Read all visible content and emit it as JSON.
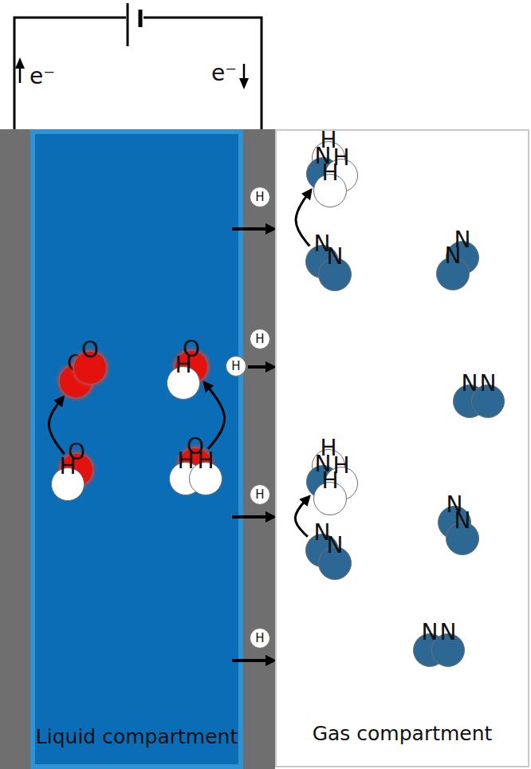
{
  "diagram": {
    "nodes": [
      {
        "text": [
          "Liquid compartment"
        ]
      },
      {
        "text": [
          "O"
        ],
        "in": 0
      },
      {
        "text": [
          "O"
        ],
        "in": 0
      },
      {
        "text": [
          "O"
        ],
        "in": 0
      },
      {
        "text": [
          "H"
        ],
        "in": 0
      },
      {
        "text": [
          "O"
        ],
        "in": 0
      },
      {
        "text": [
          "H"
        ],
        "in": 0
      },
      {
        "text": [
          "O"
        ],
        "in": 0
      },
      {
        "text": [
          "H"
        ],
        "in": 0
      },
      {
        "text": [
          "H"
        ],
        "in": 0
      },
      {
        "text": [
          "H"
        ]
      },
      {
        "text": [
          "H"
        ]
      },
      {
        "text": [
          "H"
        ]
      },
      {
        "text": [
          "H"
        ]
      },
      {
        "text": [
          "H"
        ]
      },
      {
        "text": [
          "Gas compartment"
        ]
      },
      {
        "text": [
          "H"
        ],
        "in": 15
      },
      {
        "text": [
          "N"
        ],
        "in": 15
      },
      {
        "text": [
          "H"
        ],
        "in": 15
      },
      {
        "text": [
          "H"
        ],
        "in": 15
      },
      {
        "text": [
          "N"
        ],
        "in": 15
      },
      {
        "text": [
          "N"
        ],
        "in": 15
      },
      {
        "text": [
          "N"
        ],
        "in": 15
      },
      {
        "text": [
          "N"
        ],
        "in": 15
      },
      {
        "text": [
          "N"
        ],
        "in": 15
      },
      {
        "text": [
          "N"
        ],
        "in": 15
      },
      {
        "text": [
          "H"
        ],
        "in": 15
      },
      {
        "text": [
          "N"
        ],
        "in": 15
      },
      {
        "text": [
          "H"
        ],
        "in": 15
      },
      {
        "text": [
          "H"
        ],
        "in": 15
      },
      {
        "text": [
          "N"
        ],
        "in": 15
      },
      {
        "text": [
          "N"
        ],
        "in": 15
      },
      {
        "text": [
          "N"
        ],
        "in": 15
      },
      {
        "text": [
          "N"
        ],
        "in": 15
      },
      {
        "text": [
          "N"
        ],
        "in": 15
      },
      {
        "text": [
          "N"
        ],
        "in": 15
      }
    ],
    "edges": [
      {
        "from": 5,
        "to": 1,
        "arrow": "to"
      },
      {
        "from": 7,
        "to": 3,
        "arrow": "to"
      },
      {
        "from": 20,
        "to": 17,
        "arrow": "to"
      },
      {
        "from": 30,
        "to": 27,
        "arrow": "to"
      }
    ],
    "labels": [
      "e⁻",
      "e⁻"
    ]
  }
}
